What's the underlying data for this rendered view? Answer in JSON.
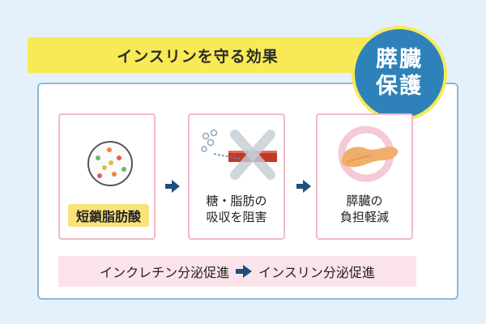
{
  "banner": {
    "title": "インスリンを守る効果"
  },
  "seal": {
    "line1": "膵臓",
    "line2": "保護"
  },
  "steps": [
    {
      "label": "短鎖脂肪酸"
    },
    {
      "line1": "糖・脂肪の",
      "line2": "吸収を阻害"
    },
    {
      "line1": "膵臓の",
      "line2": "負担軽減"
    }
  ],
  "flow": {
    "from": "インクレチン分泌促進",
    "to": "インスリン分泌促進"
  },
  "colors": {
    "background": "#e4f1fa",
    "banner": "#f7ea56",
    "seal": "#2f81b9",
    "step_border": "#f2b9c9",
    "arrow": "#1f4f7d",
    "flow_band": "#fbe3ea"
  }
}
